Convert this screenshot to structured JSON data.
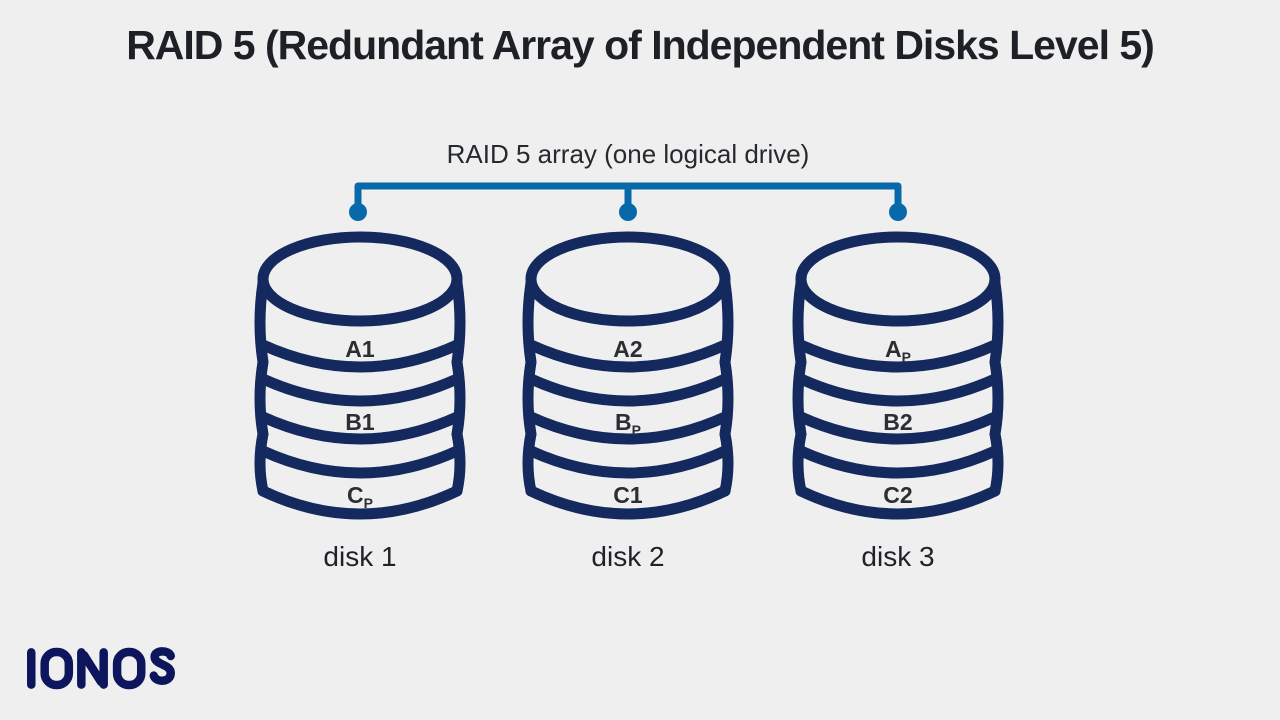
{
  "title": "RAID 5 (Redundant Array of Independent Disks Level 5)",
  "array_label": "RAID 5 array (one logical drive)",
  "disks": [
    {
      "name": "disk 1",
      "segments": [
        {
          "main": "A1",
          "sub": ""
        },
        {
          "main": "B1",
          "sub": ""
        },
        {
          "main": "C",
          "sub": "P"
        }
      ]
    },
    {
      "name": "disk 2",
      "segments": [
        {
          "main": "A2",
          "sub": ""
        },
        {
          "main": "B",
          "sub": "P"
        },
        {
          "main": "C1",
          "sub": ""
        }
      ]
    },
    {
      "name": "disk 3",
      "segments": [
        {
          "main": "A",
          "sub": "P"
        },
        {
          "main": "B2",
          "sub": ""
        },
        {
          "main": "C2",
          "sub": ""
        }
      ]
    }
  ],
  "logo": {
    "text": "IONOS"
  },
  "colors": {
    "background": "#efefef",
    "disk_outline": "#14295e",
    "connector_blue": "#0869aa",
    "title_text": "#1d2126",
    "segment_text": "#2b2e33",
    "logo_navy": "#0d155c"
  }
}
